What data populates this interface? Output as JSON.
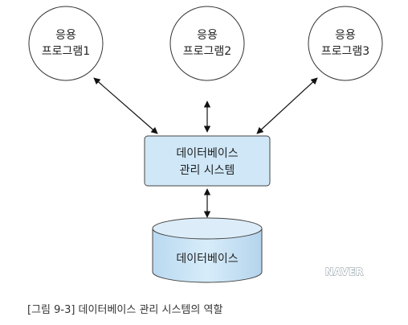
{
  "apps": [
    {
      "line1": "응용",
      "line2": "프로그램1"
    },
    {
      "line1": "응용",
      "line2": "프로그램2"
    },
    {
      "line1": "응용",
      "line2": "프로그램3"
    }
  ],
  "dbms": {
    "line1": "데이터베이스",
    "line2": "관리 시스템"
  },
  "database": {
    "label": "데이터베이스"
  },
  "watermark": "NAVER",
  "caption": "[그림 9-3] 데이터베이스 관리 시스템의 역할",
  "colors": {
    "box_fill": "#cfe7f7",
    "box_stroke": "#444444",
    "cylinder_fill": "#c9e3f5",
    "circle_fill": "#ffffff",
    "arrow": "#111111"
  }
}
